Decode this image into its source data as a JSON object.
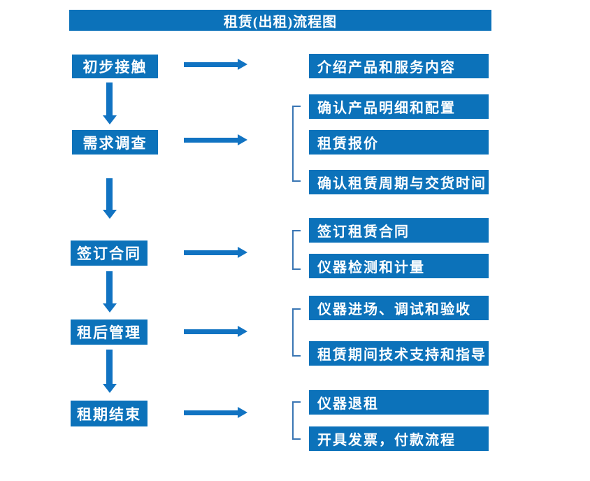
{
  "title": "租赁(出租)流程图",
  "colors": {
    "box_blue": "#0c72ba",
    "arrow_blue": "#1173c2",
    "bracket_blue": "#3a76b4",
    "text_white": "#ffffff",
    "background": "#ffffff"
  },
  "steps": [
    {
      "label": "初步接触",
      "details": [
        "介绍产品和服务内容"
      ]
    },
    {
      "label": "需求调查",
      "details": [
        "确认产品明细和配置",
        "租赁报价",
        "确认租赁周期与交货时间"
      ]
    },
    {
      "label": "签订合同",
      "details": [
        "签订租赁合同",
        "仪器检测和计量"
      ]
    },
    {
      "label": "租后管理",
      "details": [
        "仪器进场、调试和验收",
        "租赁期间技术支持和指导"
      ]
    },
    {
      "label": "租期结束",
      "details": [
        "仪器退租",
        "开具发票，付款流程"
      ]
    }
  ]
}
